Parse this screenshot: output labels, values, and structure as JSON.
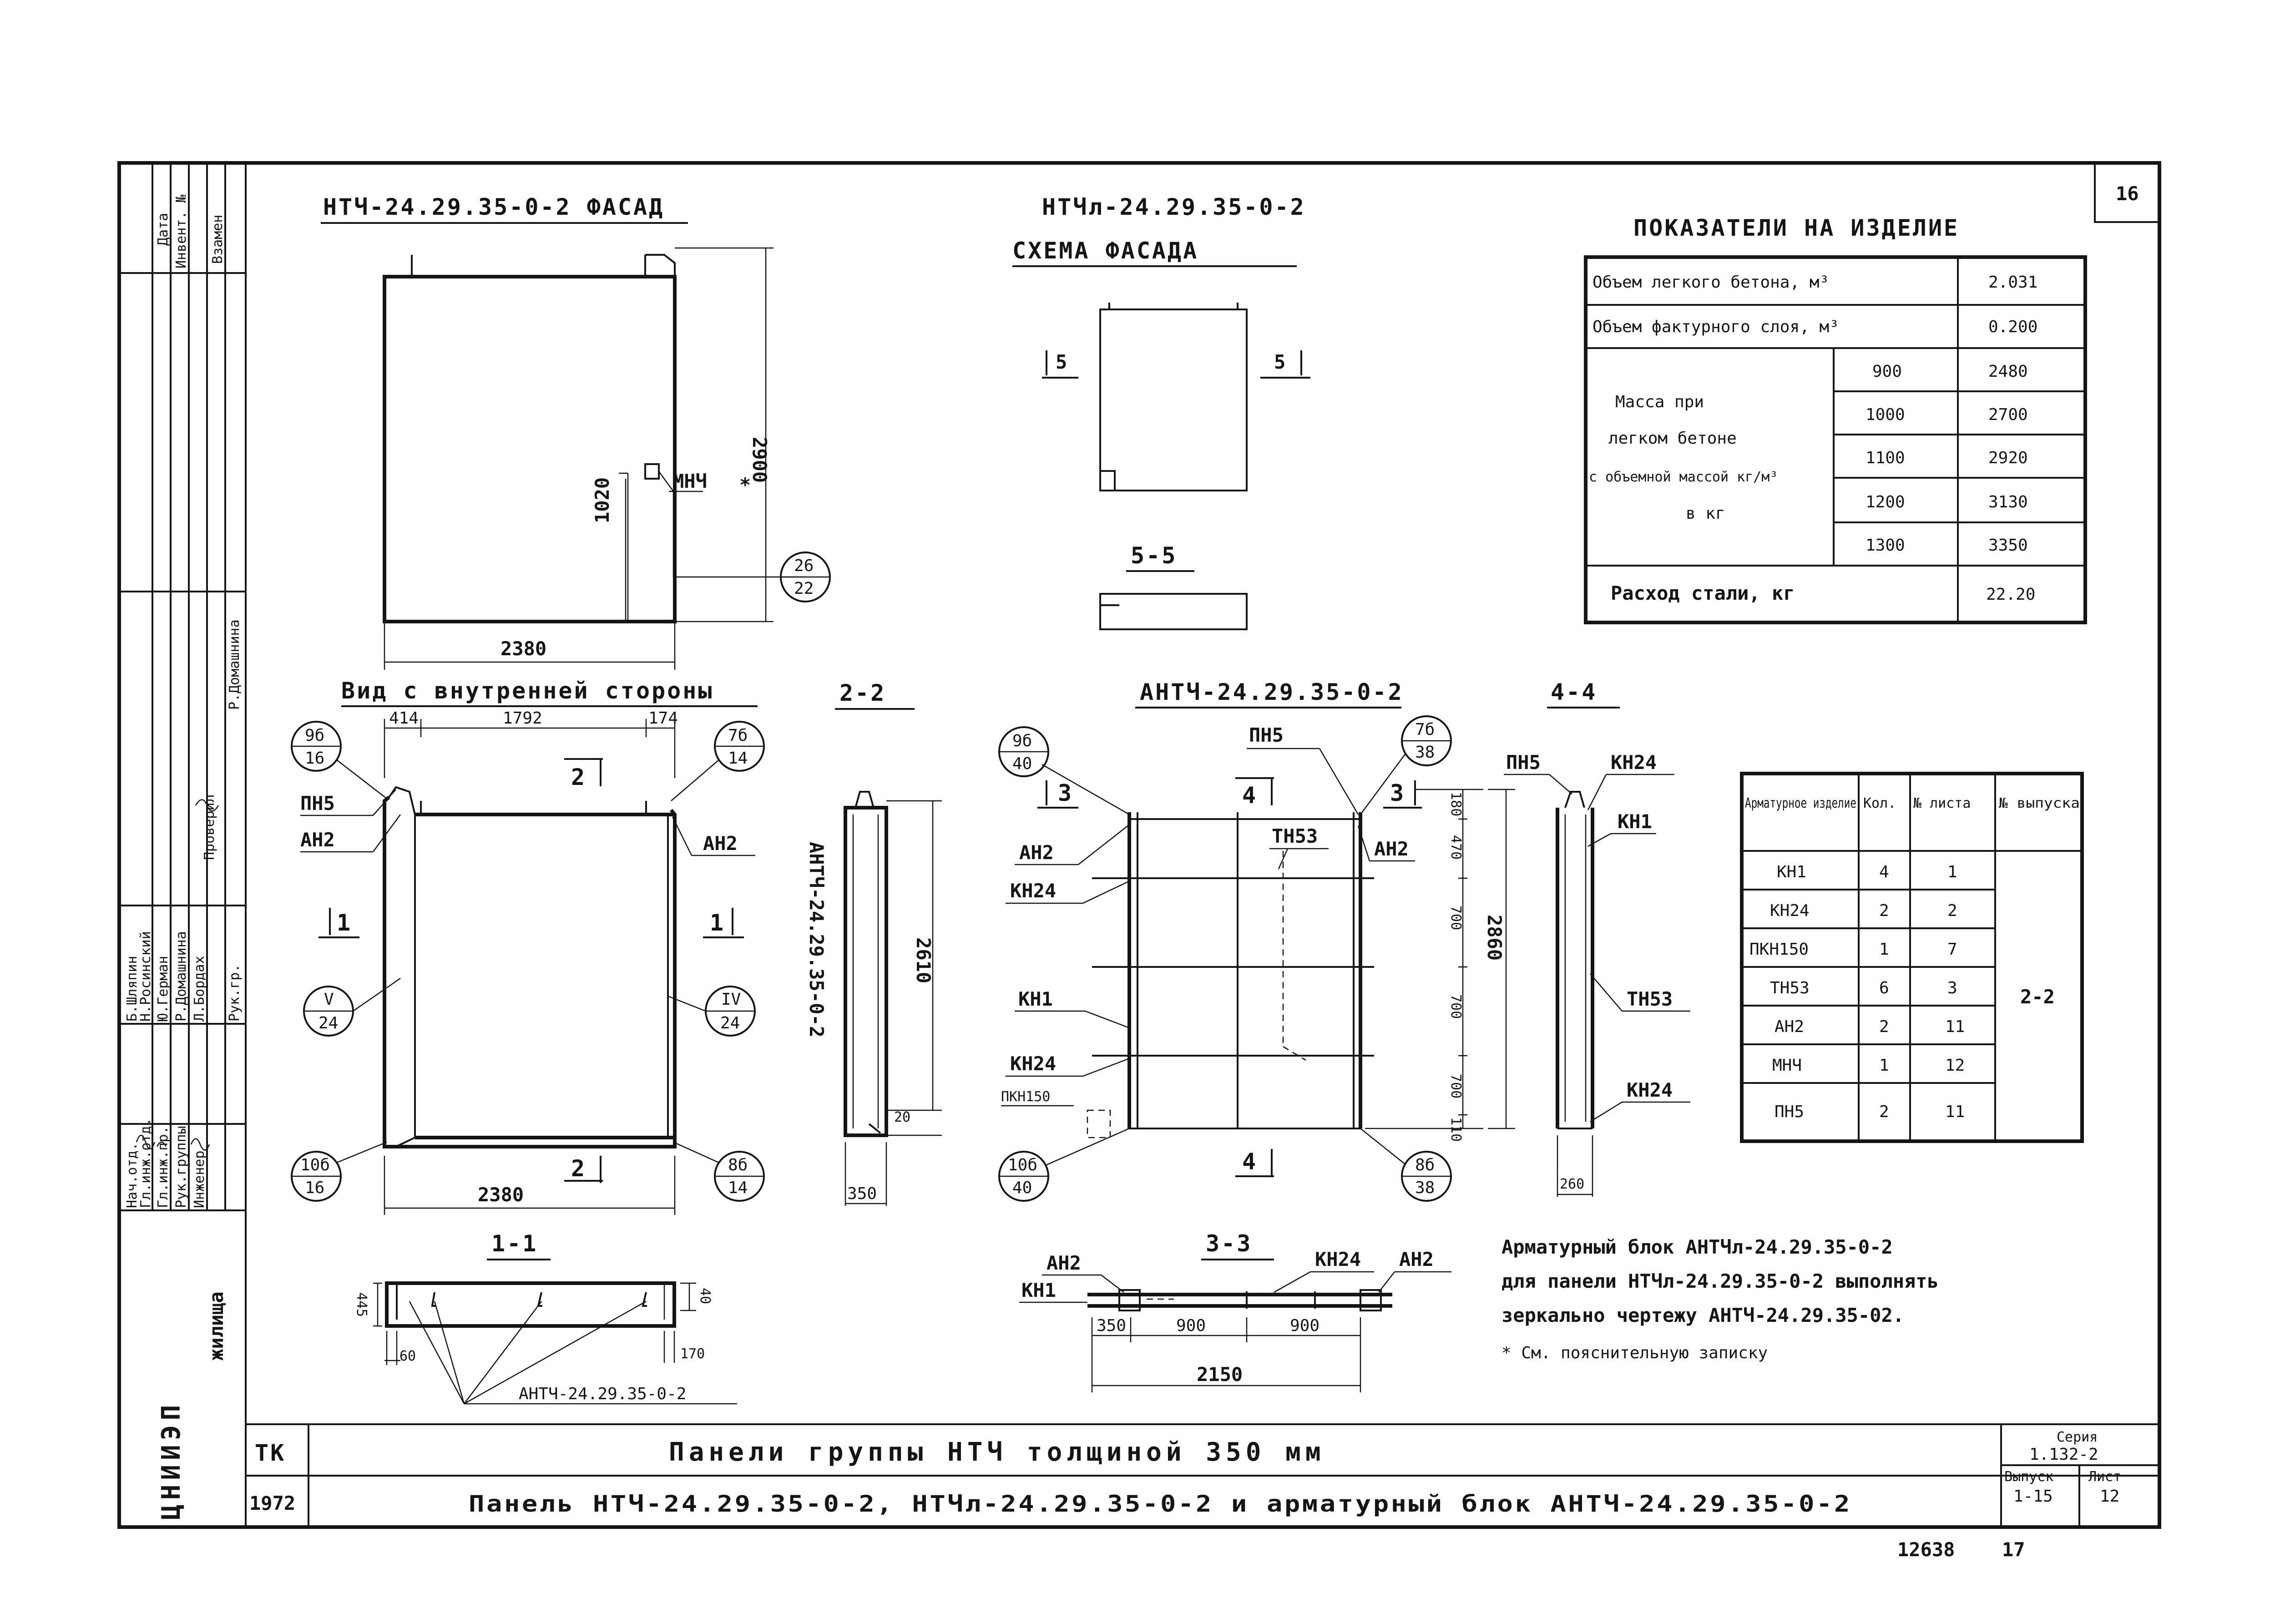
{
  "sheet": {
    "number": "16",
    "serial": "12638",
    "serial_suffix": "17"
  },
  "facade": {
    "title": "НТЧ-24.29.35-0-2 ФАСАД",
    "dim_height": "2900",
    "dim_width": "2380",
    "dim_1020": "1020",
    "label_mnch": "МНЧ",
    "asterisk": "*",
    "ref_top": "26",
    "ref_bottom": "22"
  },
  "scheme": {
    "title1": "НТЧл-24.29.35-0-2",
    "title2": "СХЕМА ФАСАДА",
    "cut_left": "5",
    "cut_right": "5",
    "section_title": "5-5"
  },
  "indicators": {
    "title": "ПОКАЗАТЕЛИ НА ИЗДЕЛИЕ",
    "rows": [
      {
        "label": "Объем легкого бетона, м³",
        "value": "2.031"
      },
      {
        "label": "Объем фактурного слоя, м³",
        "value": "0.200"
      }
    ],
    "mass_label": [
      "Масса при",
      "легком бетоне",
      "с объемной массой кг/м³",
      "в кг"
    ],
    "mass_rows": [
      {
        "density": "900",
        "mass": "2480"
      },
      {
        "density": "1000",
        "mass": "2700"
      },
      {
        "density": "1100",
        "mass": "2920"
      },
      {
        "density": "1200",
        "mass": "3130"
      },
      {
        "density": "1300",
        "mass": "3350"
      }
    ],
    "steel_label": "Расход стали, кг",
    "steel_value": "22.20"
  },
  "inner_view": {
    "title": "Вид с внутренней стороны",
    "dims_top": [
      "414",
      "1792",
      "174"
    ],
    "dim_bottom": "2380",
    "labels": {
      "pn5": "ПН5",
      "an2_left": "АН2",
      "an2_right": "АН2"
    },
    "cut_2": "2",
    "cut_1_left": "1",
    "cut_1_right": "1",
    "refs": {
      "tl": [
        "9б",
        "16"
      ],
      "tr": [
        "7б",
        "14"
      ],
      "ml": [
        "V",
        "24"
      ],
      "mr": [
        "IV",
        "24"
      ],
      "bl": [
        "10б",
        "16"
      ],
      "br": [
        "8б",
        "14"
      ]
    }
  },
  "section_22": {
    "title": "2-2",
    "vertical_label": "АНТЧ-24.29.35-0-2",
    "dim_height": "2610",
    "dim_20": "20",
    "dim_width": "350"
  },
  "rebar_block": {
    "title": "АНТЧ-24.29.35-0-2",
    "labels": {
      "pn5": "ПН5",
      "tn53": "ТН53",
      "an2_left": "АН2",
      "an2_right": "АН2",
      "kn24_top": "КН24",
      "kn1": "КН1",
      "kn24_bottom": "КН24",
      "pkn150": "ПКН150"
    },
    "cut_3_left": "3",
    "cut_3_right": "3",
    "cut_4_top": "4",
    "cut_4_bottom": "4",
    "dims_right": [
      "180",
      "470",
      "700",
      "700",
      "700",
      "110"
    ],
    "dim_total": "2860",
    "refs": {
      "tl": [
        "9б",
        "40"
      ],
      "tr": [
        "7б",
        "38"
      ],
      "bl": [
        "10б",
        "40"
      ],
      "br": [
        "8б",
        "38"
      ]
    }
  },
  "section_44": {
    "title": "4-4",
    "labels": {
      "pn5": "ПН5",
      "kn24_top": "КН24",
      "kn1": "КН1",
      "tn53": "ТН53",
      "kn24_bottom": "КН24"
    },
    "dim_width": "260"
  },
  "spec_table": {
    "headers": [
      "Арматурное изделие",
      "Кол.",
      "№ листа",
      "№ выпуска"
    ],
    "rows": [
      [
        "КН1",
        "4",
        "1"
      ],
      [
        "КН24",
        "2",
        "2"
      ],
      [
        "ПКН150",
        "1",
        "7"
      ],
      [
        "ТН53",
        "6",
        "3"
      ],
      [
        "АН2",
        "2",
        "11"
      ],
      [
        "МНЧ",
        "1",
        "12"
      ],
      [
        "ПН5",
        "2",
        "11"
      ]
    ],
    "issue": "2-2"
  },
  "section_11": {
    "title": "1-1",
    "dim_445": "445",
    "dim_40": "40",
    "dim_60": "60",
    "dim_170": "170",
    "label": "АНТЧ-24.29.35-0-2"
  },
  "section_33": {
    "title": "3-3",
    "labels": {
      "an2_left": "АН2",
      "kn1": "КН1",
      "kn24": "КН24",
      "an2_right": "АН2"
    },
    "dims": [
      "350",
      "900",
      "900"
    ],
    "dim_total": "2150"
  },
  "notes": [
    "Арматурный блок АНТЧл-24.29.35-0-2",
    "для панели НТЧл-24.29.35-0-2 выполнять",
    "зеркально чертежу АНТЧ-24.29.35-02.",
    "* См. пояснительную записку"
  ],
  "title_block": {
    "tk": "ТК",
    "year": "1972",
    "title1": "Панели группы НТЧ толщиной 350 мм",
    "title2": "Панель НТЧ-24.29.35-0-2, НТЧл-24.29.35-0-2 и арматурный блок АНТЧ-24.29.35-0-2",
    "series_label": "Серия",
    "series_value": "1.132-2",
    "issue_label": "Выпуск",
    "issue_value": "1-15",
    "sheet_label": "Лист",
    "sheet_value": "12",
    "org": "ЦНИИЭП",
    "org2": "жилища"
  },
  "stamp": {
    "roles": [
      "Нач.отд.",
      "Гл.инж.отд.",
      "Гл.инж.пр.",
      "Рук.группы",
      "Инженер"
    ],
    "names": [
      "Б.Шляпин",
      "Н.Росинский",
      "Ю.Герман",
      "Р.Домашнина",
      "Л.Бордах"
    ],
    "check_title": "Проверил",
    "check_role": "Рук.гр.",
    "check_name": "Р.Домашнина",
    "left_heads": [
      "Дата",
      "Инвент. №",
      "Взамен"
    ]
  }
}
